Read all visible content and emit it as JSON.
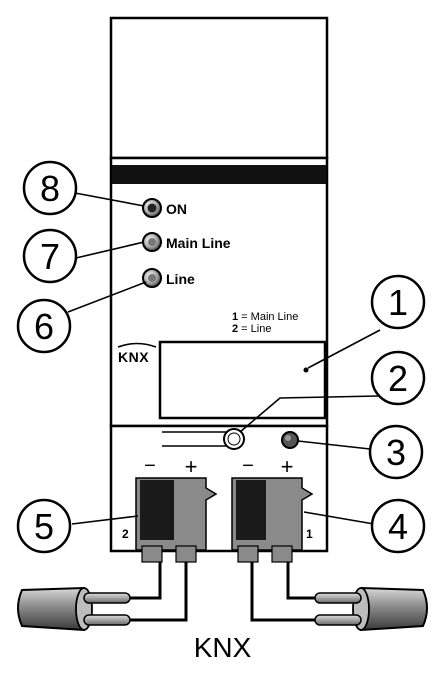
{
  "callouts": [
    "1",
    "2",
    "3",
    "4",
    "5",
    "6",
    "7",
    "8"
  ],
  "leds": {
    "on": "ON",
    "main_line": "Main Line",
    "line": "Line"
  },
  "legend": {
    "num1": "1",
    "text1": " = Main Line",
    "num2": "2",
    "text2": " = Line"
  },
  "knx_logo_text": "KNX",
  "terminals": {
    "left_minus": "−",
    "left_plus": "+",
    "right_minus": "−",
    "right_plus": "+",
    "left_number": "2",
    "right_number": "1"
  },
  "caption": "KNX",
  "colors": {
    "outline": "#000000",
    "dark_band": "#111111",
    "terminal_gray": "#8a8a8a",
    "terminal_dark": "#1a1a1a",
    "cable": "#8c8c8c"
  }
}
